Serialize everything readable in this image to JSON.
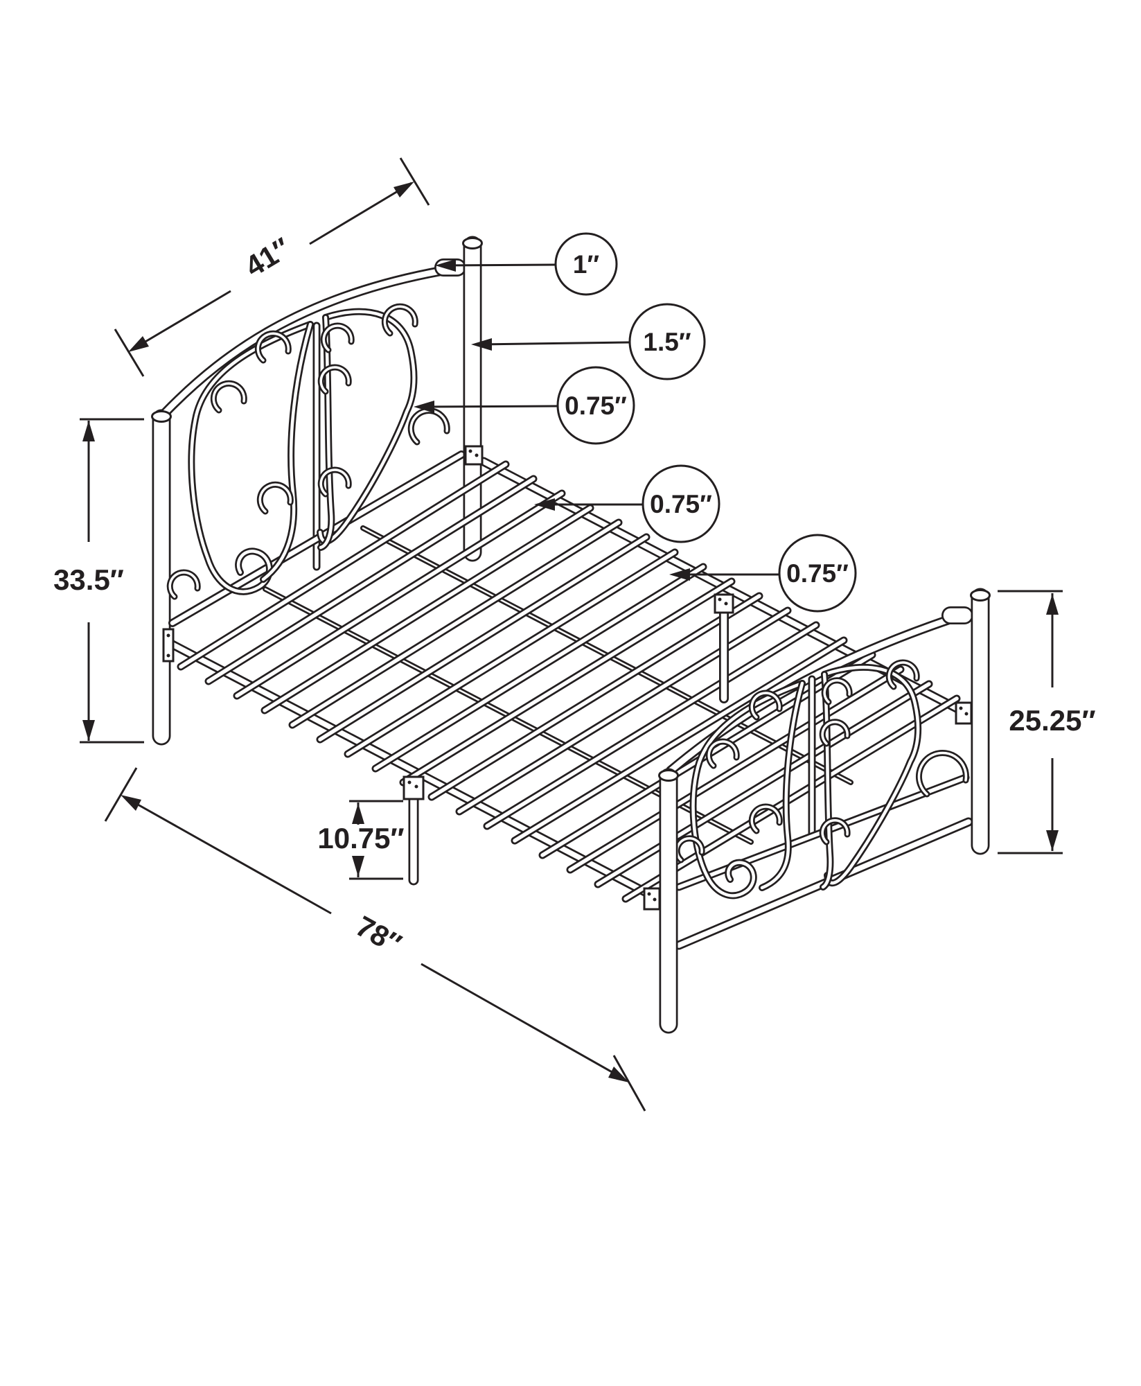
{
  "diagram": {
    "type": "bed-frame-dimension-drawing",
    "style": {
      "line_color": "#231f20",
      "background": "#ffffff"
    },
    "dims": {
      "headboard_width": "41″",
      "top_rail": "1″",
      "post": "1.5″",
      "scroll_tube": "0.75″",
      "slat_tube": "0.75″",
      "side_rail_tube": "0.75″",
      "headboard_height": "33.5″",
      "footboard_height": "25.25″",
      "deck_height": "10.75″",
      "length": "78″"
    }
  }
}
